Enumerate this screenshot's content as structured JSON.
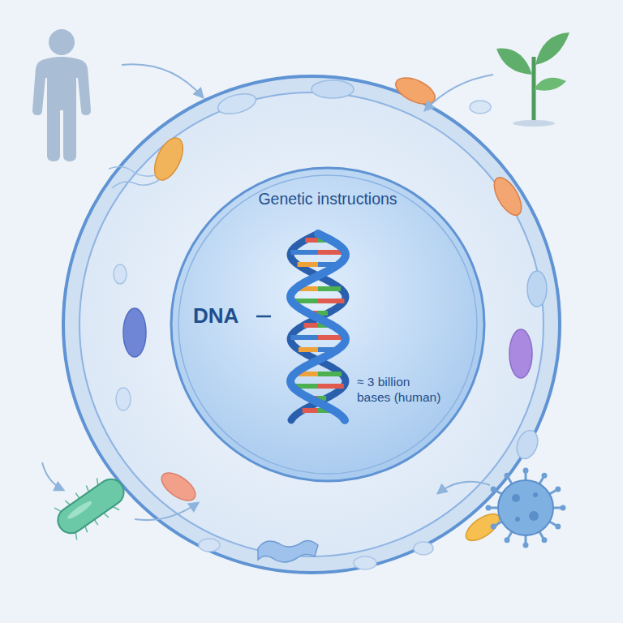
{
  "diagram": {
    "nodes": [
      {
        "text": [
          "Genetic instructions",
          "DNA",
          "≈ 3 billion bases (human)"
        ]
      }
    ]
  }
}
